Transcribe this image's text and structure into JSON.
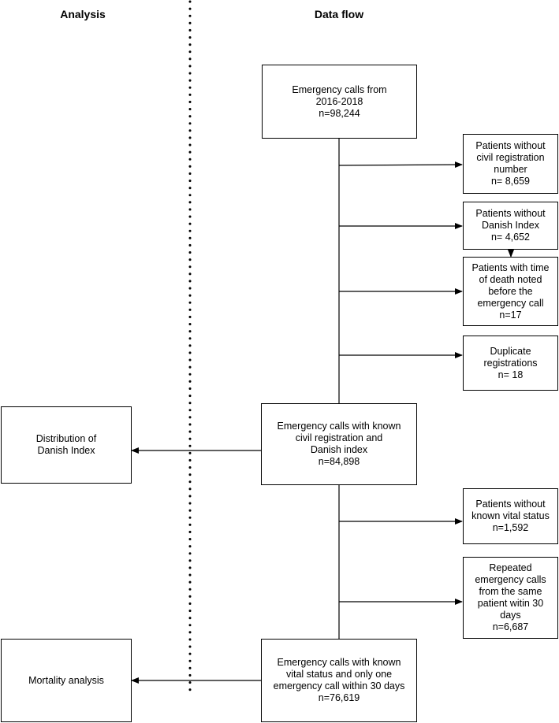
{
  "headers": {
    "analysis": "Analysis",
    "data_flow": "Data flow"
  },
  "boxes": {
    "calls_2016_2018": "Emergency calls from\n2016-2018\nn=98,244",
    "no_civil_reg": "Patients without\ncivil registration\nnumber\nn= 8,659",
    "no_danish_index": "Patients without\nDanish Index\nn= 4,652",
    "death_before_call": "Patients with time\nof death noted\nbefore the\nemergency call\nn=17",
    "duplicate_reg": "Duplicate\nregistrations\nn= 18",
    "known_civil_danish": "Emergency calls with known\ncivil registration and\nDanish index\nn=84,898",
    "distribution_danish_index": "Distribution of\nDanish Index",
    "no_vital_status": "Patients without\nknown vital status\nn=1,592",
    "repeated_calls": "Repeated\nemergency calls\nfrom the same\npatient witin 30\ndays\nn=6,687",
    "final_cohort": "Emergency calls with known\nvital status and only one\nemergency call within 30 days\nn=76,619",
    "mortality_analysis": "Mortality analysis"
  }
}
